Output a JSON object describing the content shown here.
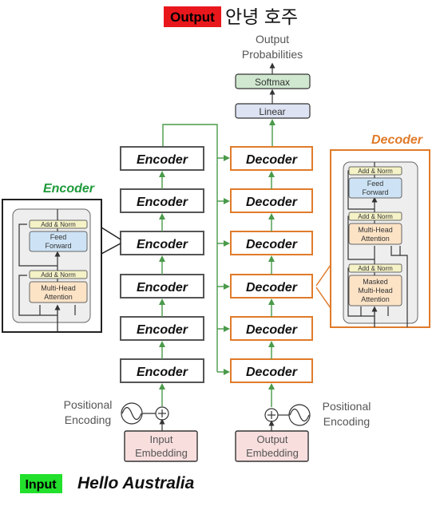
{
  "header": {
    "output_tag": "Output",
    "output_text": "안녕 호주"
  },
  "top": {
    "output_probabilities_line1": "Output",
    "output_probabilities_line2": "Probabilities",
    "softmax": "Softmax",
    "linear": "Linear"
  },
  "encoders": {
    "label": "Encoder",
    "count": 6
  },
  "decoders": {
    "label": "Decoder",
    "count": 6
  },
  "encoder_detail": {
    "title": "Encoder",
    "add_norm": "Add & Norm",
    "feed_forward_1": "Feed",
    "feed_forward_2": "Forward",
    "mha_1": "Multi-Head",
    "mha_2": "Attention"
  },
  "decoder_detail": {
    "title": "Decoder",
    "add_norm": "Add & Norm",
    "feed_forward_1": "Feed",
    "feed_forward_2": "Forward",
    "mha_1": "Multi-Head",
    "mha_2": "Attention",
    "masked_1": "Masked",
    "masked_2": "Multi-Head",
    "masked_3": "Attention"
  },
  "bottom": {
    "pos_enc_line1": "Positional",
    "pos_enc_line2": "Encoding",
    "input_emb_1": "Input",
    "input_emb_2": "Embedding",
    "output_emb_1": "Output",
    "output_emb_2": "Embedding"
  },
  "footer": {
    "input_tag": "Input",
    "input_text": "Hello Australia"
  },
  "colors": {
    "output_tag_bg": "#e8171c",
    "input_tag_bg": "#22e02c",
    "encoder_title": "#1e9a3a",
    "decoder_accent": "#e07b2a",
    "arrow_green": "#4a9a4a",
    "softmax_fill": "#cfe8cf",
    "linear_fill": "#dde3f2",
    "embedding_fill": "#f9dede",
    "feed_forward_fill": "#cde3f5",
    "attention_fill": "#fce3c6",
    "add_norm_fill": "#f4f2c6"
  }
}
